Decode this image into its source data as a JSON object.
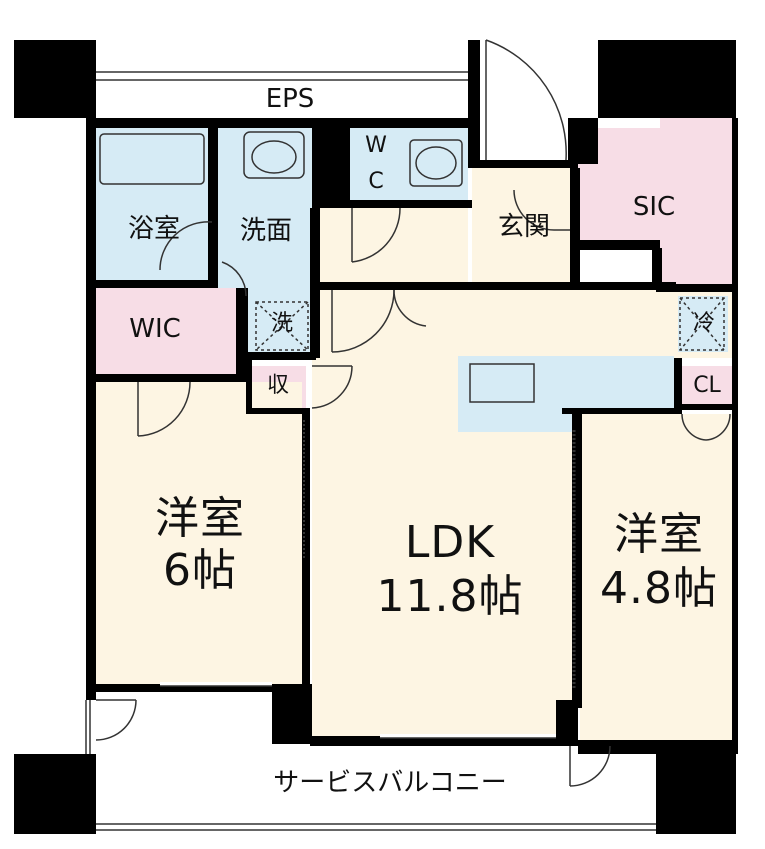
{
  "rooms": {
    "eps": "EPS",
    "bath": "浴室",
    "washroom": "洗面",
    "wc_top": "W",
    "wc_bottom": "C",
    "entrance": "玄関",
    "sic": "SIC",
    "wic": "WIC",
    "washer": "洗",
    "fridge": "冷",
    "storage": "収",
    "closet": "CL",
    "western_left_name": "洋室",
    "western_left_size": "6帖",
    "ldk_name": "LDK",
    "ldk_size": "11.8帖",
    "western_right_name": "洋室",
    "western_right_size": "4.8帖",
    "balcony": "サービスバルコニー"
  },
  "colors": {
    "wall": "#000000",
    "living": "#fdf5e3",
    "wet": "#d6ebf5",
    "storage": "#f7dde6",
    "balcony": "#ffffff"
  }
}
